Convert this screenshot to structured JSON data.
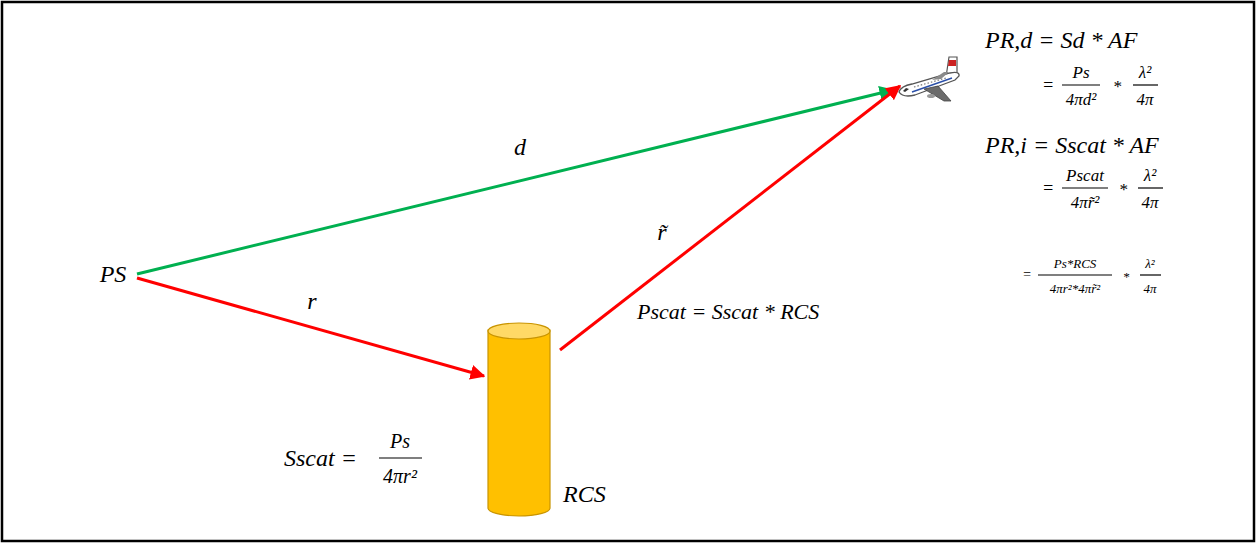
{
  "diagram": {
    "nodes": [
      {
        "text": [
          "RCS"
        ]
      }
    ],
    "labels": [
      "PS",
      "d",
      "r",
      "r̃",
      "Pscat = Sscat * RCS",
      "Sscat =",
      "Ps",
      "4πr²",
      "PR,d = Sd * AF",
      "=",
      "Ps",
      "4πd²",
      "*",
      "λ²",
      "4π",
      "PR,i = Sscat * AF",
      "=",
      "Pscat",
      "4πr̃²",
      "*",
      "λ²",
      "4π",
      "=",
      "Ps*RCS",
      "4πr²*4πr̃²",
      "*",
      "λ²",
      "4π"
    ]
  }
}
